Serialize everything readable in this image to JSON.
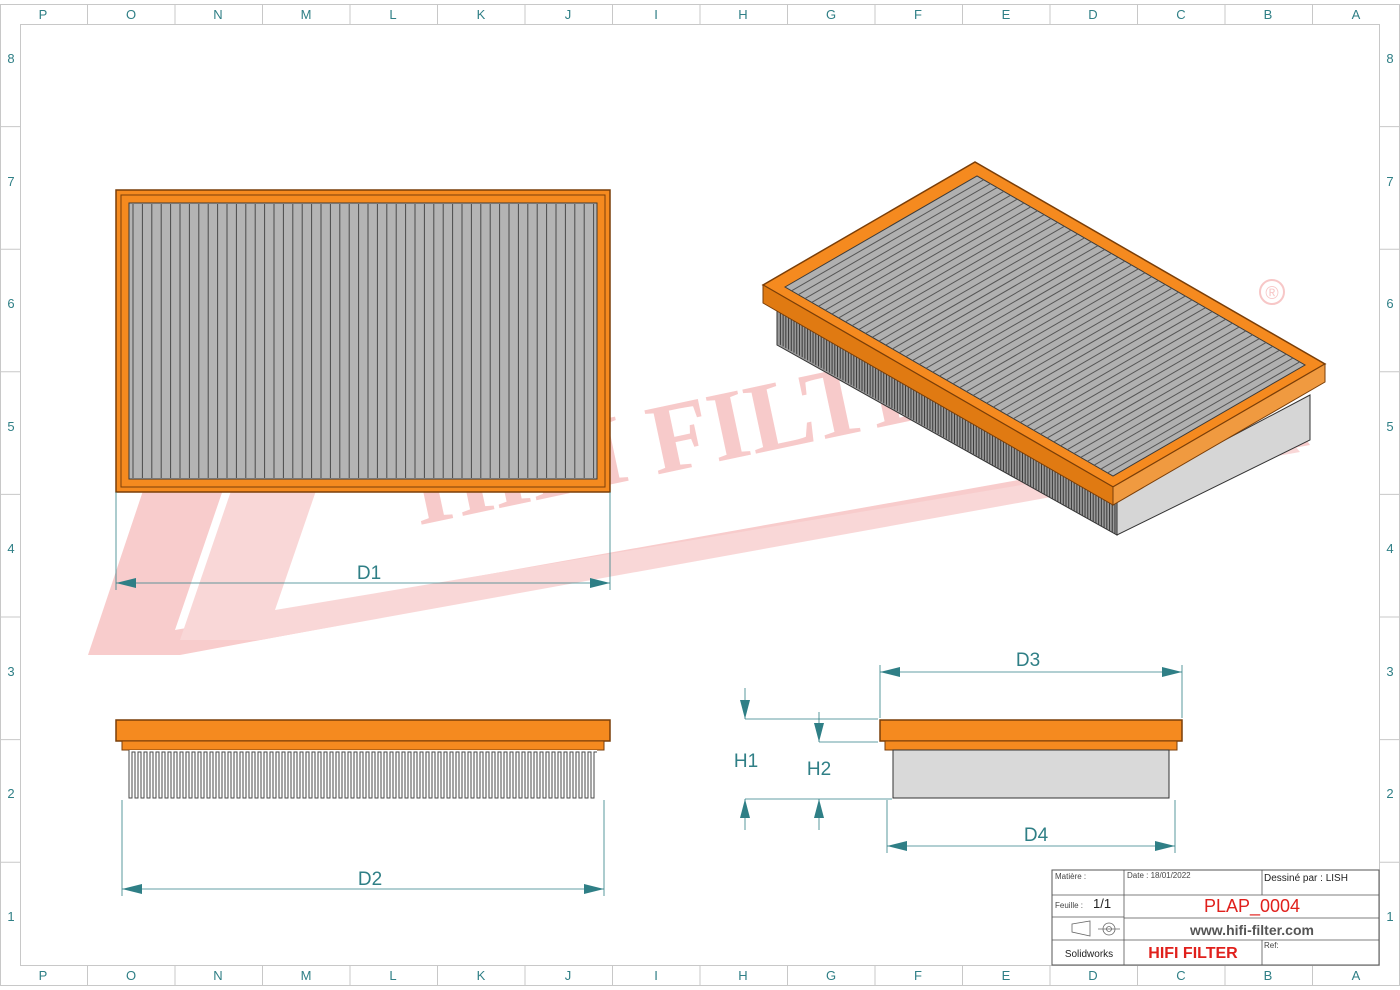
{
  "sheet": {
    "columns": [
      "P",
      "O",
      "N",
      "M",
      "L",
      "K",
      "J",
      "I",
      "H",
      "G",
      "F",
      "E",
      "D",
      "C",
      "B",
      "A"
    ],
    "rows": [
      "8",
      "7",
      "6",
      "5",
      "4",
      "3",
      "2",
      "1"
    ]
  },
  "dimensions": {
    "d1": "D1",
    "d2": "D2",
    "d3": "D3",
    "d4": "D4",
    "h1": "H1",
    "h2": "H2"
  },
  "watermark": {
    "text": "HIFI FILTER",
    "registered_mark": "®"
  },
  "title_block": {
    "material_label": "Matière :",
    "date_label": "Date : 18/01/2022",
    "drawn_by_label": "Dessiné par : LISH",
    "sheet_label": "Feuille :",
    "sheet_value": "1/1",
    "part_code": "PLAP_0004",
    "website": "www.hifi-filter.com",
    "software": "Solidworks",
    "brand": "HIFI FILTER",
    "ref_label": "Ref:"
  },
  "colors": {
    "frame_orange": "#f58a1f",
    "frame_edge": "#7a3e08",
    "media_grey": "#a9a9a9",
    "dimension_teal": "#2f7f86",
    "brand_red": "#e0201c",
    "watermark_red": "#f7c6c6"
  }
}
